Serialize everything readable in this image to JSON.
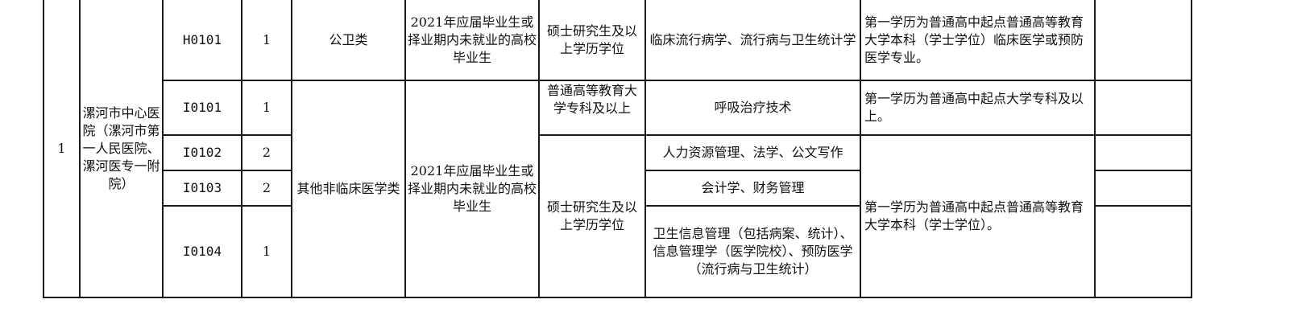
{
  "table": {
    "serial": "1",
    "employer": "漯河市中心医院（漯河市第一人民医院、漯河医专一附院）",
    "rows": [
      {
        "code": "H0101",
        "count": "1",
        "category": "公卫类",
        "target": "2021年应届毕业生或择业期内未就业的高校毕业生",
        "education": "硕士研究生及以上学历学位",
        "major": "临床流行病学、流行病与卫生统计学",
        "requirement": "第一学历为普通高中起点普通高等教育大学本科（学士学位）临床医学或预防医学专业。",
        "notes": ""
      },
      {
        "code": "I0101",
        "count": "1",
        "education": "普通高等教育大学专科及以上",
        "major": "呼吸治疗技术",
        "requirement": "第一学历为普通高中起点大学专科及以上。",
        "notes": ""
      },
      {
        "code": "I0102",
        "count": "2",
        "major": "人力资源管理、法学、公文写作",
        "notes": ""
      },
      {
        "code": "I0103",
        "count": "2",
        "major": "会计学、财务管理",
        "notes": ""
      },
      {
        "code": "I0104",
        "count": "1",
        "major": "卫生信息管理（包括病案、统计）、信息管理学（医学院校）、预防医学（流行病与卫生统计）",
        "notes": ""
      }
    ],
    "group_category": "其他非临床医学类",
    "group_target": "2021年应届毕业生或择业期内未就业的高校毕业生",
    "group_education": "硕士研究生及以上学历学位",
    "group_requirement": "第一学历为普通高中起点普通高等教育大学本科（学士学位）。"
  }
}
